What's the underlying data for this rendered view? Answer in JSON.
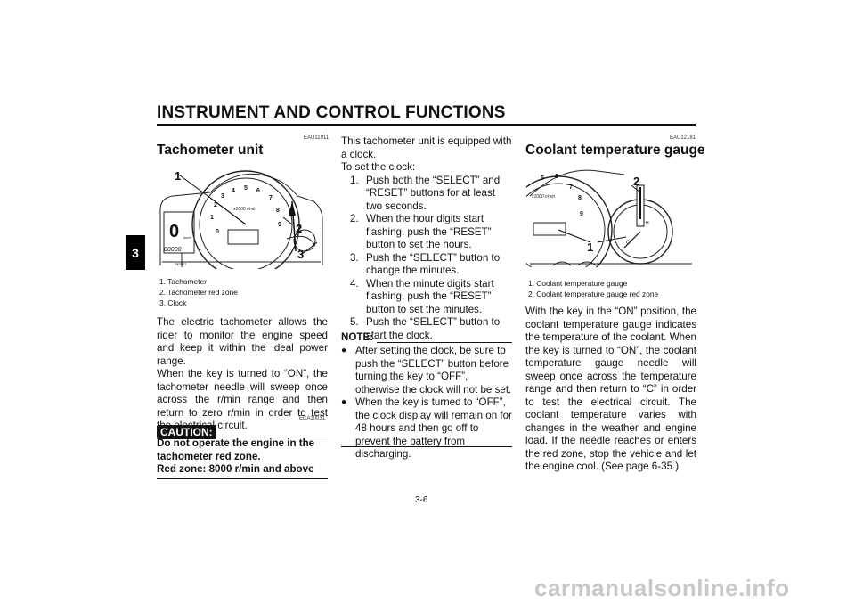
{
  "header": {
    "title": "INSTRUMENT AND CONTROL FUNCTIONS"
  },
  "chapter_tab": "3",
  "col1": {
    "code": "EAU11911",
    "heading": "Tachometer unit",
    "figure_callouts": [
      "1",
      "2",
      "3"
    ],
    "figure_labels": {
      "rpm_unit": "x1000 r/min",
      "kmh": "km/h",
      "reset": "RESET",
      "gear": "0",
      "odo": "00000"
    },
    "captions": [
      "1. Tachometer",
      "2. Tachometer red zone",
      "3. Clock"
    ],
    "para1": "The electric tachometer allows the rider to monitor the engine speed and keep it within the ideal power range.",
    "para2": "When the key is turned to “ON”, the tachometer needle will sweep once across the r/min range and then return to zero r/min in order to test the electrical circuit.",
    "caution_code": "ECA10031",
    "caution_label": "CAUTION:",
    "caution_line1": "Do not operate the engine in the tachometer red zone.",
    "caution_line2": "Red zone: 8000 r/min and above"
  },
  "col2": {
    "intro1": "This tachometer unit is equipped with a clock.",
    "intro2": "To set the clock:",
    "steps": [
      {
        "n": "1.",
        "text": "Push both the “SELECT” and “RESET” buttons for at least two seconds."
      },
      {
        "n": "2.",
        "text": "When the hour digits start flashing, push the “RESET” button to set the hours."
      },
      {
        "n": "3.",
        "text": "Push the “SELECT” button to change the minutes."
      },
      {
        "n": "4.",
        "text": "When the minute digits start flashing, push the “RESET” button to set the minutes."
      },
      {
        "n": "5.",
        "text": "Push the “SELECT” button to start the clock."
      }
    ],
    "note_label": "NOTE:",
    "notes": [
      "After setting the clock, be sure to push the “SELECT” button before turning the key to “OFF”, otherwise the clock will not be set.",
      "When the key is turned to “OFF”, the clock display will remain on for 48 hours and then go off to prevent the battery from discharging."
    ]
  },
  "col3": {
    "code": "EAU12181",
    "heading": "Coolant temperature gauge",
    "figure_callouts": [
      "2",
      "1"
    ],
    "figure_labels": {
      "rpm_unit": "x1000 r/min",
      "h": "H",
      "c": "C"
    },
    "captions": [
      "1. Coolant temperature gauge",
      "2. Coolant temperature gauge red zone"
    ],
    "para": "With the key in the “ON” position, the coolant temperature gauge indicates the temperature of the coolant. When the key is turned to “ON”, the coolant temperature gauge needle will sweep once across the temperature range and then return to “C” in order to test the electrical circuit. The coolant temperature varies with changes in the weather and engine load. If the needle reaches or enters the red zone, stop the vehicle and let the engine cool. (See page 6-35.)"
  },
  "footer": {
    "page": "3-6",
    "watermark": "carmanualsonline.info"
  }
}
